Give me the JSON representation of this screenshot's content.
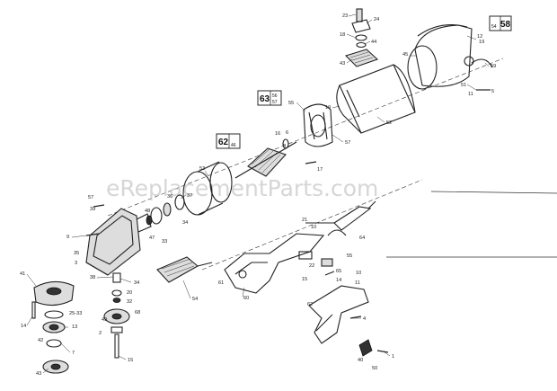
{
  "watermark": "eReplacementParts.com",
  "boxed_refs": [
    {
      "id": "58",
      "big": "58",
      "small_top": "",
      "small_bottom": "54"
    },
    {
      "id": "63",
      "big": "63",
      "small_top": "56",
      "small_bottom": "57"
    },
    {
      "id": "62",
      "big": "62",
      "small_top": "",
      "small_bottom": "46"
    }
  ],
  "callouts": [
    {
      "id": "c23",
      "text": "23"
    },
    {
      "id": "c24",
      "text": "24"
    },
    {
      "id": "c18",
      "text": "18"
    },
    {
      "id": "c44",
      "text": "44"
    },
    {
      "id": "c43",
      "text": "43"
    },
    {
      "id": "c45",
      "text": "45"
    },
    {
      "id": "c12",
      "text": "12"
    },
    {
      "id": "c19a",
      "text": "19"
    },
    {
      "id": "c59",
      "text": "59"
    },
    {
      "id": "c51",
      "text": "51"
    },
    {
      "id": "c11",
      "text": "11"
    },
    {
      "id": "c5",
      "text": "5"
    },
    {
      "id": "c52",
      "text": "52"
    },
    {
      "id": "c19b",
      "text": "19"
    },
    {
      "id": "c55",
      "text": "55"
    },
    {
      "id": "c57",
      "text": "57"
    },
    {
      "id": "c16",
      "text": "16"
    },
    {
      "id": "c6",
      "text": "6"
    },
    {
      "id": "c8",
      "text": "8"
    },
    {
      "id": "c17",
      "text": "17"
    },
    {
      "id": "c53",
      "text": "53"
    },
    {
      "id": "c37",
      "text": "37"
    },
    {
      "id": "c36",
      "text": "36"
    },
    {
      "id": "c34",
      "text": "34"
    },
    {
      "id": "c48",
      "text": "48"
    },
    {
      "id": "c47",
      "text": "47"
    },
    {
      "id": "c33",
      "text": "33"
    },
    {
      "id": "c9",
      "text": "9"
    },
    {
      "id": "c39",
      "text": "39"
    },
    {
      "id": "c38",
      "text": "38"
    },
    {
      "id": "c35",
      "text": "35"
    },
    {
      "id": "c3",
      "text": "3"
    },
    {
      "id": "c20",
      "text": "20"
    },
    {
      "id": "c32",
      "text": "32"
    },
    {
      "id": "c41",
      "text": "41"
    },
    {
      "id": "c14",
      "text": "14"
    },
    {
      "id": "c2533",
      "text": "25-33"
    },
    {
      "id": "c42",
      "text": "42"
    },
    {
      "id": "c13",
      "text": "13"
    },
    {
      "id": "c7",
      "text": "7"
    },
    {
      "id": "c49",
      "text": "49"
    },
    {
      "id": "c68",
      "text": "68"
    },
    {
      "id": "c2",
      "text": "2"
    },
    {
      "id": "c15",
      "text": "15"
    },
    {
      "id": "c54",
      "text": "54"
    },
    {
      "id": "c21",
      "text": "21"
    },
    {
      "id": "c10",
      "text": "10"
    },
    {
      "id": "c64",
      "text": "64"
    },
    {
      "id": "c22",
      "text": "22"
    },
    {
      "id": "c65",
      "text": "65"
    },
    {
      "id": "c60",
      "text": "60"
    },
    {
      "id": "c61",
      "text": "61"
    },
    {
      "id": "c62b",
      "text": "62"
    },
    {
      "id": "c4",
      "text": "4"
    },
    {
      "id": "c40",
      "text": "40"
    },
    {
      "id": "c50",
      "text": "50"
    },
    {
      "id": "c1",
      "text": "1"
    }
  ]
}
